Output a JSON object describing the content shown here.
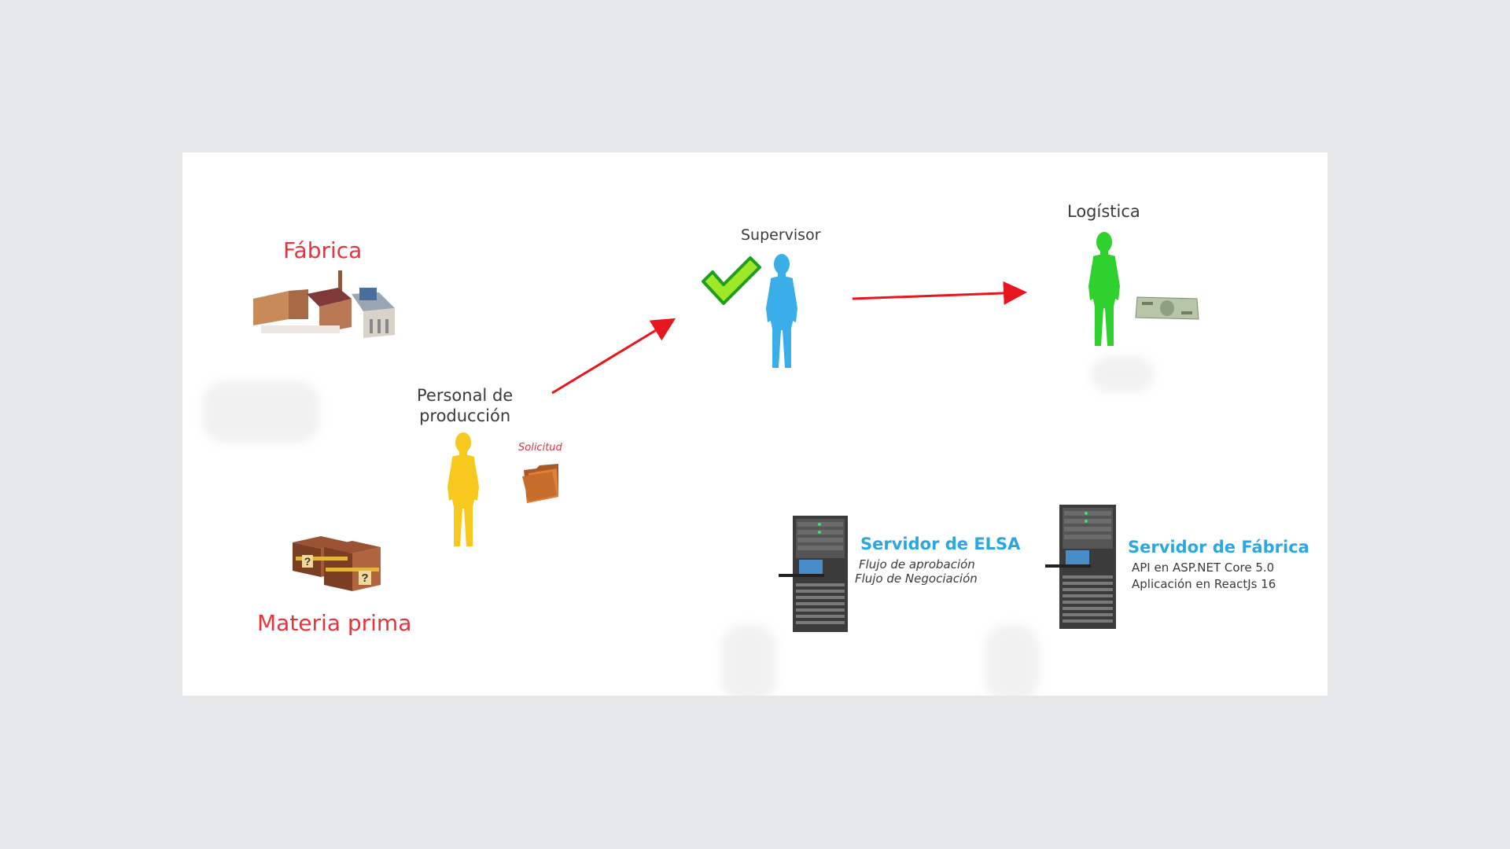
{
  "labels": {
    "fabrica": "Fábrica",
    "materia_prima": "Materia prima",
    "personal_line1": "Personal de",
    "personal_line2": "producción",
    "solicitud": "Solicitud",
    "supervisor": "Supervisor",
    "logistica": "Logística"
  },
  "servers": {
    "elsa": {
      "title": "Servidor de ELSA",
      "line1": "Flujo de aprobación",
      "line2": "Flujo de Negociación"
    },
    "fabrica": {
      "title": "Servidor de Fábrica",
      "line1": "API en ASP.NET Core 5.0",
      "line2": "Aplicación en ReactJs 16"
    }
  },
  "colors": {
    "title_red": "#e8323c",
    "arrow_red": "#e8141e",
    "server_blue": "#2aa7e0",
    "worker_yellow": "#f7c81e",
    "supervisor_blue": "#3aaee8",
    "logistics_green": "#2ed12e",
    "check_green": "#9ee82a",
    "background": "#e6e7e9"
  },
  "icons": {
    "factory": "factory-icon",
    "raw_material": "crates-icon",
    "folder": "folder-icon",
    "check": "checkmark-icon",
    "money": "banknote-icon",
    "server": "server-rack-icon"
  }
}
